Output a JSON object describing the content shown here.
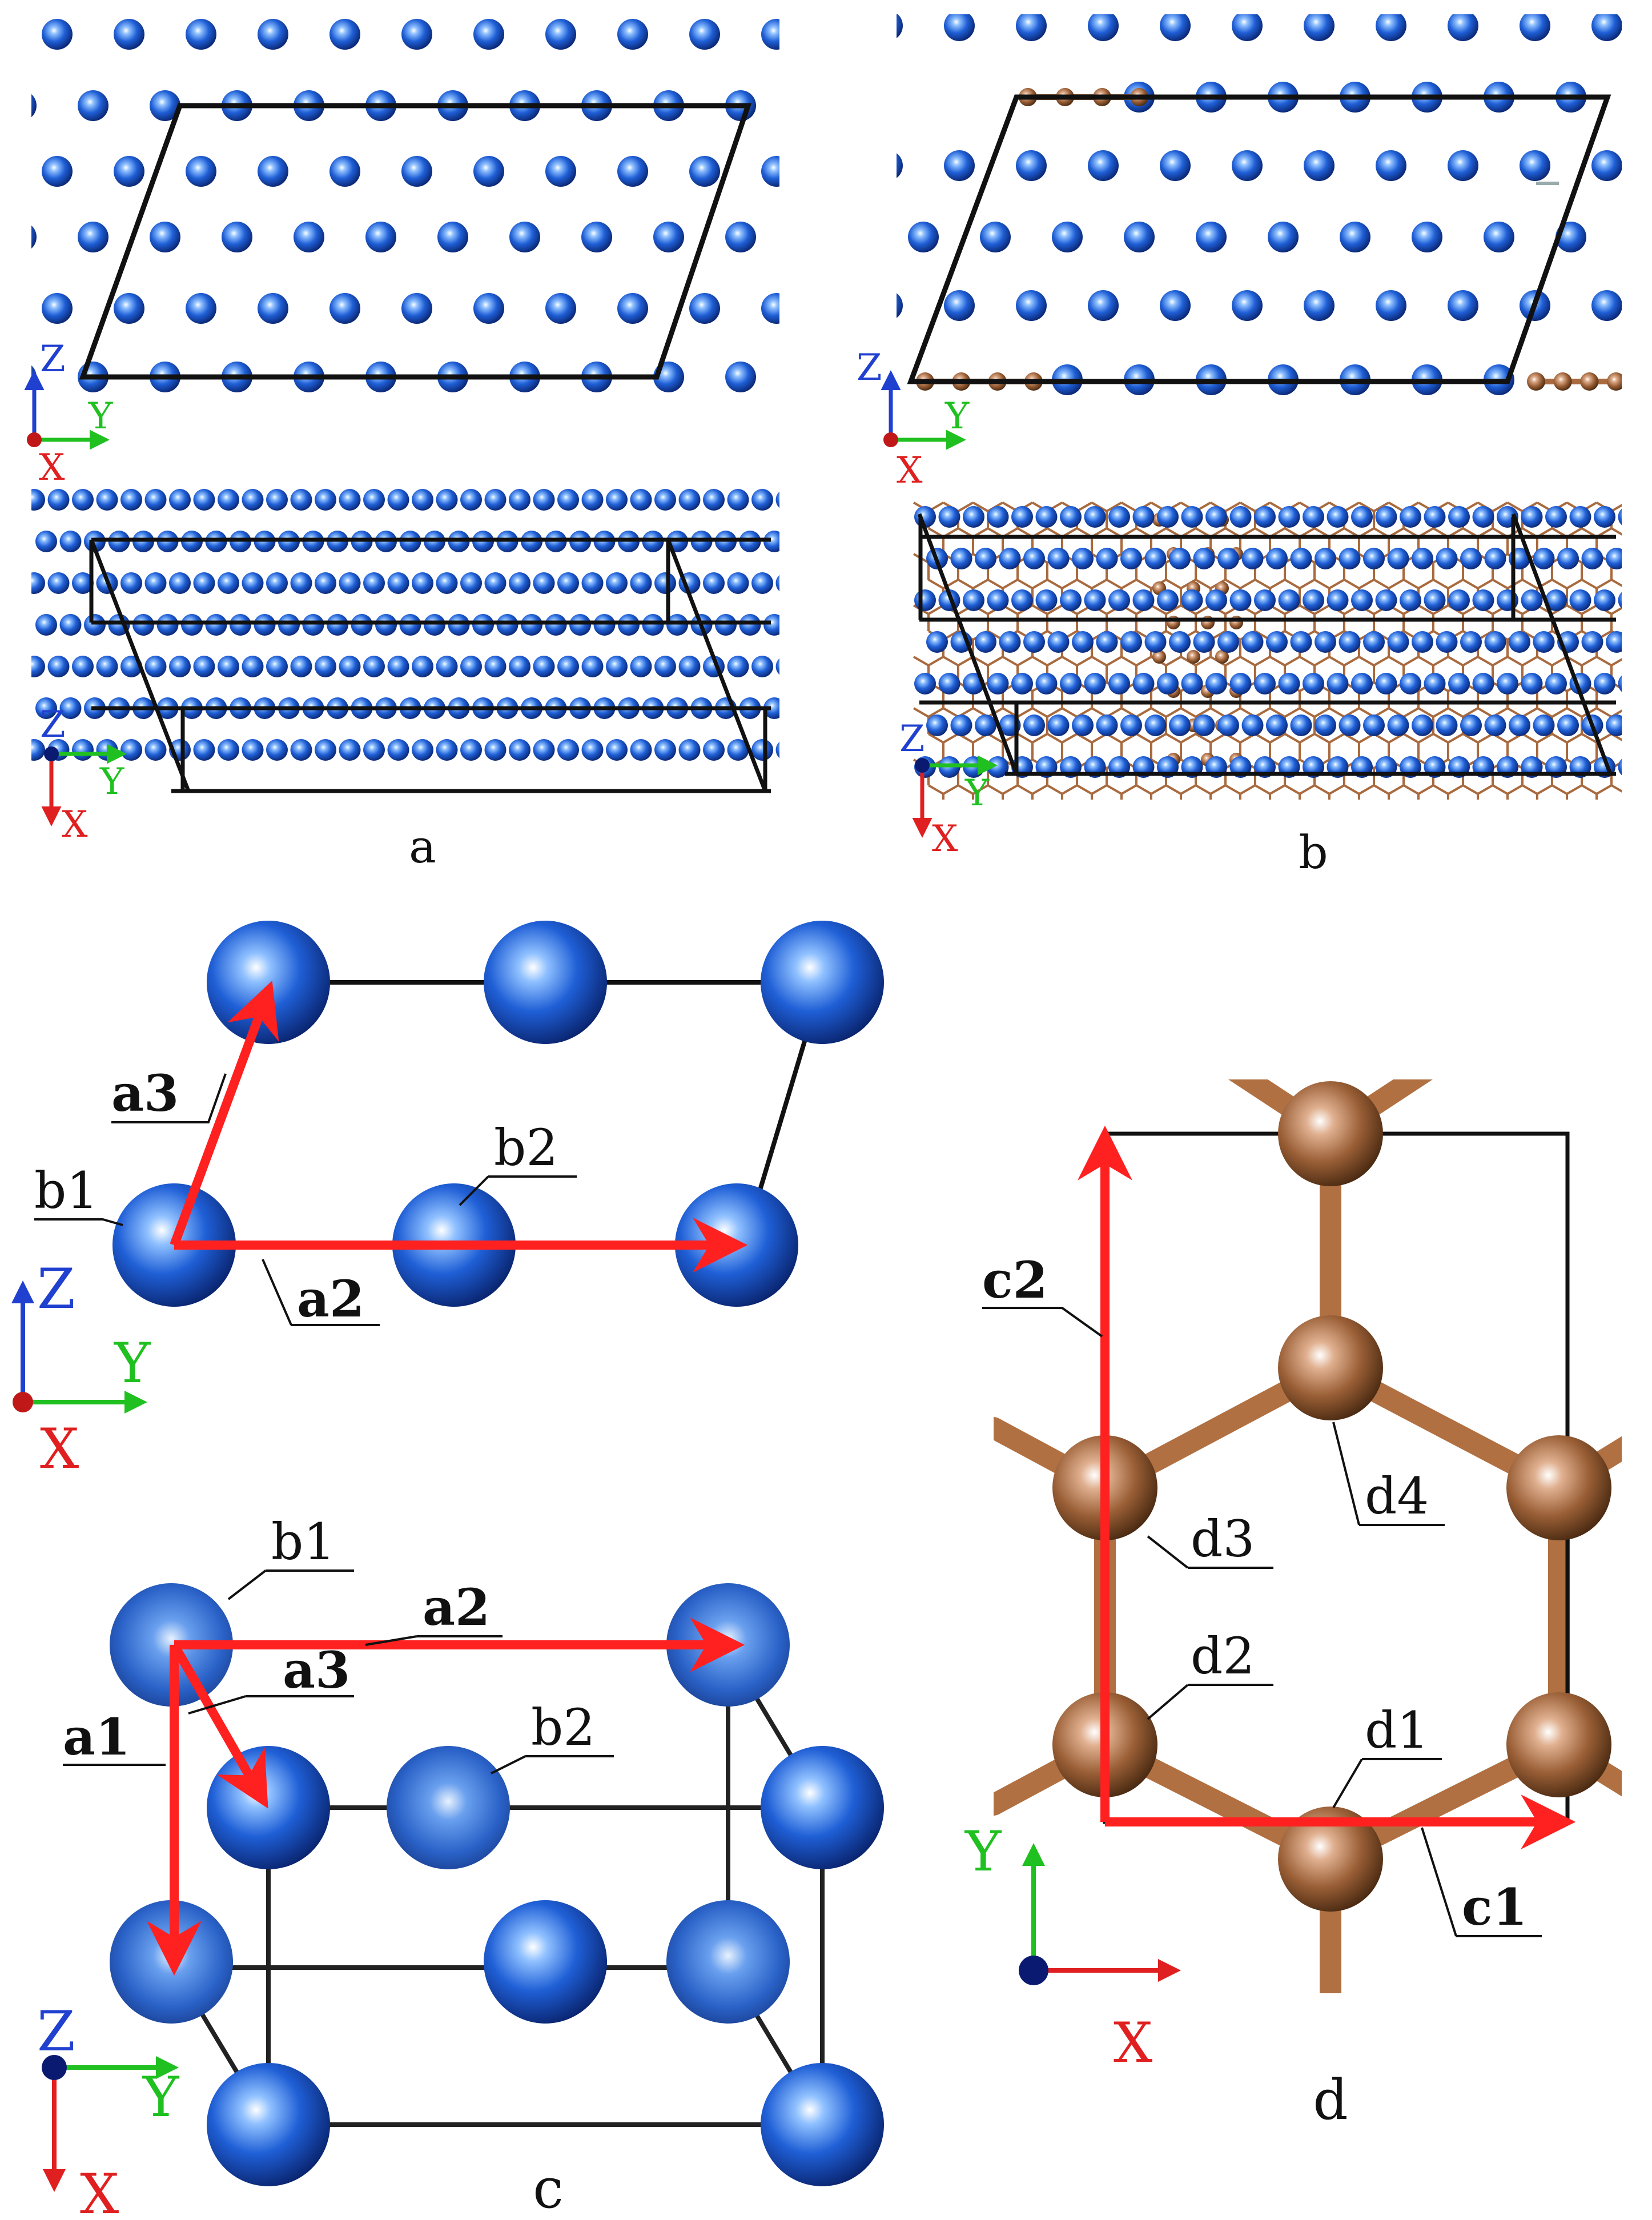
{
  "panels": {
    "a": {
      "caption": "a"
    },
    "b": {
      "caption": "b"
    },
    "c": {
      "caption": "c"
    },
    "d": {
      "caption": "d"
    }
  },
  "axes": {
    "x": "X",
    "y": "Y",
    "z": "Z"
  },
  "vectors": {
    "a1": "a1",
    "a2": "a2",
    "a3": "a3",
    "c1": "c1",
    "c2": "c2"
  },
  "sites": {
    "b1": "b1",
    "b2": "b2",
    "d1": "d1",
    "d2": "d2",
    "d3": "d3",
    "d4": "d4"
  },
  "colors": {
    "metal_atom": "#1f5fd6",
    "carbon_atom": "#a0663b",
    "vector_arrow": "#ff2020",
    "axis_x": "#e02020",
    "axis_y": "#20c020",
    "axis_z": "#2040d0",
    "cell_line": "#000000"
  },
  "atom_species": {
    "metal": "blue-sphere-icon",
    "carbon": "copper-sphere-icon"
  }
}
